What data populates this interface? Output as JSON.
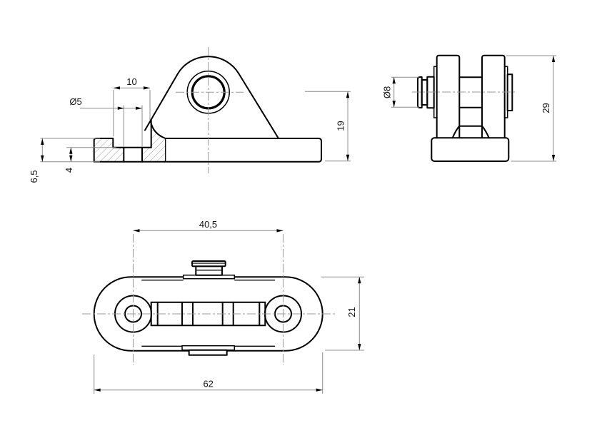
{
  "drawing": {
    "background": "#ffffff",
    "outline_color": "#000000",
    "dim_line_color": "#8c8c8c",
    "centerline_color": "#999999",
    "views": {
      "front": {
        "dims": {
          "counterbore_width": "10",
          "hole_diameter": "Ø5",
          "center_height": "19",
          "base_thickness": "6,5",
          "step_depth": "4"
        }
      },
      "side": {
        "dims": {
          "pin_diameter": "Ø8",
          "overall_height": "29"
        }
      },
      "top": {
        "dims": {
          "hole_spacing": "40,5",
          "overall_depth": "21",
          "overall_length": "62"
        }
      }
    }
  }
}
